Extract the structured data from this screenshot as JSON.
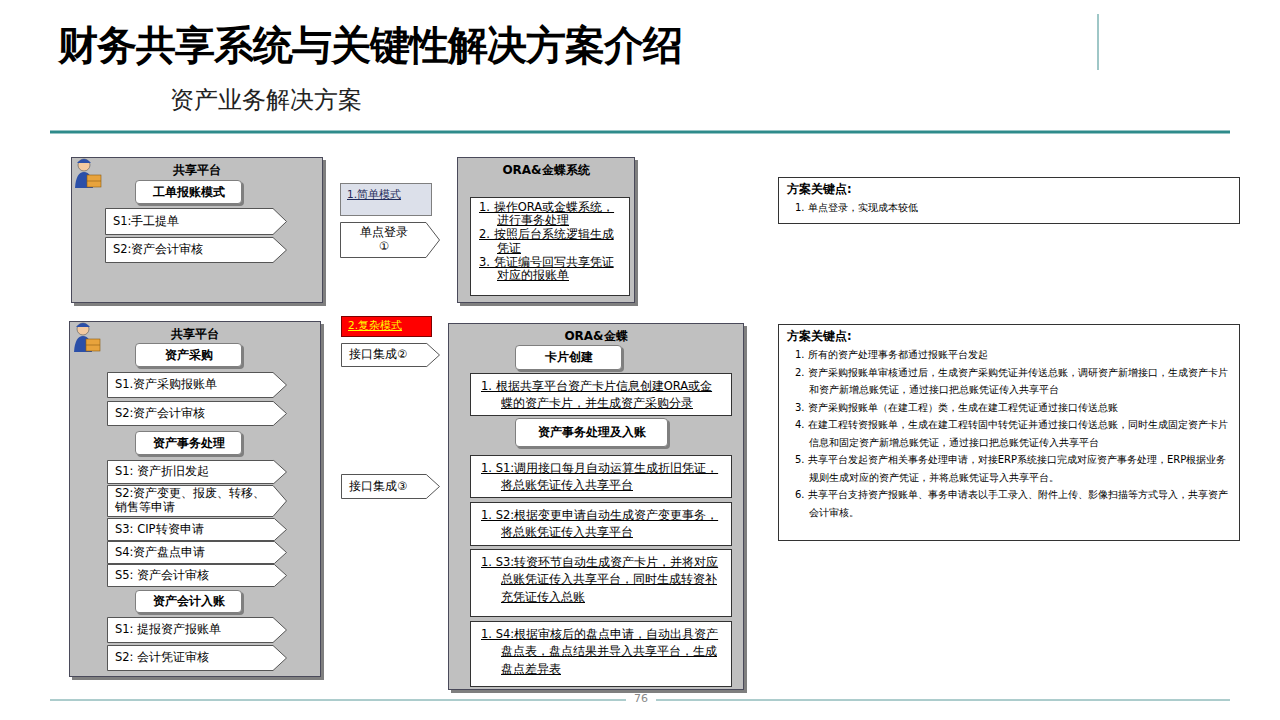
{
  "diagram": {
    "title": "财务共享系统与关键性解决方案介绍",
    "nodes": [
      {
        "text": [
          "共享平台"
        ]
      },
      {
        "text": [
          "工单报账模式"
        ],
        "in": 0
      },
      {
        "text": [
          "S1:手工提单"
        ],
        "in": 0
      },
      {
        "text": [
          "S2:资产会计审核"
        ],
        "in": 0
      },
      {
        "text": [
          "1.简单模式"
        ]
      },
      {
        "text": [
          "单点登录 ①"
        ]
      },
      {
        "text": [
          "ORA&金蝶系统"
        ]
      },
      {
        "text": [
          "1. 操作ORA或金蝶系统，进行事务处理",
          "2. 按照后台系统逻辑生成凭证",
          "3. 凭证编号回写共享凭证对应的报账单"
        ],
        "in": 6
      },
      {
        "text": [
          "方案关键点:",
          "1. 单点登录，实现成本较低"
        ]
      },
      {
        "text": [
          "共享平台"
        ]
      },
      {
        "text": [
          "资产采购"
        ],
        "in": 9
      },
      {
        "text": [
          "S1.资产采购报账单"
        ],
        "in": 9
      },
      {
        "text": [
          "S2:资产会计审核"
        ],
        "in": 9
      },
      {
        "text": [
          "资产事务处理"
        ],
        "in": 9
      },
      {
        "text": [
          "S1: 资产折旧发起"
        ],
        "in": 9
      },
      {
        "text": [
          "S2:资产变更、报废、转移、销售等申请"
        ],
        "in": 9
      },
      {
        "text": [
          "S3: CIP转资申请"
        ],
        "in": 9
      },
      {
        "text": [
          "S4:资产盘点申请"
        ],
        "in": 9
      },
      {
        "text": [
          "S5: 资产会计审核"
        ],
        "in": 9
      },
      {
        "text": [
          "资产会计入账"
        ],
        "in": 9
      },
      {
        "text": [
          "S1: 提报资产报账单"
        ],
        "in": 9
      },
      {
        "text": [
          "S2: 会计凭证审核"
        ],
        "in": 9
      },
      {
        "text": [
          "2.复杂模式"
        ]
      },
      {
        "text": [
          "接口集成②"
        ]
      },
      {
        "text": [
          "接口集成③"
        ]
      },
      {
        "text": [
          "ORA&金蝶"
        ]
      },
      {
        "text": [
          "卡片创建"
        ],
        "in": 25
      },
      {
        "text": [
          "1. 根据共享平台资产卡片信息创建ORA或金蝶的资产卡片，并生成资产采购分录"
        ],
        "in": 25
      },
      {
        "text": [
          "资产事务处理及入账"
        ],
        "in": 25
      },
      {
        "text": [
          "1. S1:调用接口每月自动运算生成折旧凭证，将总账凭证传入共享平台"
        ],
        "in": 25
      },
      {
        "text": [
          "1. S2:根据变更申请自动生成资产变更事务，将总账凭证传入共享平台"
        ],
        "in": 25
      },
      {
        "text": [
          "1. S3:转资环节自动生成资产卡片，并将对应总账凭证传入共享平台，同时生成转资补充凭证传入总账"
        ],
        "in": 25
      },
      {
        "text": [
          "1. S4:根据审核后的盘点申请，自动出具资产盘点表，盘点结果并导入共享平台，生成盘点差异表"
        ],
        "in": 25
      },
      {
        "text": [
          "方案关键点:",
          "1. 所有的资产处理事务都通过报账平台发起",
          "2. 资产采购报账单审核通过后，生成资产采购凭证并传送总账，调研资产新增接口，生成资产卡片和资产新增总账凭证，通过接口把总账凭证传入共享平台",
          "3. 资产采购报账单（在建工程）类，生成在建工程凭证通过接口传送总账",
          "4. 在建工程转资报账单，生成在建工程转固中转凭证并通过接口传送总账，同时生成固定资产卡片信息和固定资产新增总账凭证，通过接口把总账凭证传入共享平台",
          "5. 共享平台发起资产相关事务处理申请，对接ERP系统接口完成对应资产事务处理，ERP根据业务规则生成对应的资产凭证，并将总账凭证导入共享平台。",
          "6. 共享平台支持资产报账单、事务申请表以手工录入、附件上传、影像扫描等方式导入，共享资产会计审核。"
        ]
      }
    ],
    "labels": [
      "资产业务解决方案",
      "76"
    ]
  }
}
